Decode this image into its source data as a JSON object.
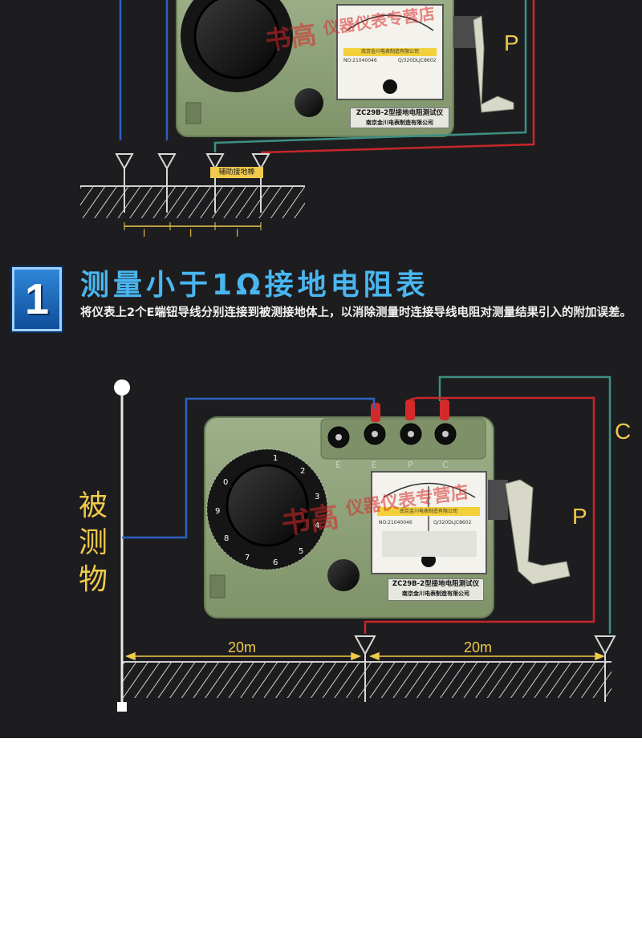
{
  "section": {
    "number": "1",
    "title": "测量小于1Ω接地电阻表",
    "description": "将仪表上2个E端钮导线分别连接到被测接地体上，以消除测量时连接导线电阻对测量结果引入的附加误差。"
  },
  "top_diagram": {
    "terminal_labels": [
      "P"
    ],
    "spike_label": "辅助接地棒",
    "spacing_labels": [
      "l",
      "l",
      "l"
    ],
    "plate_model": "ZC29B-2型接地电阻测试仪",
    "plate_maker": "南京金川电表制造有限公司",
    "meter_company": "南京金川电表制造有限公司",
    "meter_no": "NO:21040046",
    "meter_std": "Q/320DLJC8602"
  },
  "bottom_diagram": {
    "object_label": "被测物",
    "terminal_letters": [
      "E",
      "E",
      "P",
      "C"
    ],
    "wire_labels": {
      "c": "C",
      "p": "P"
    },
    "distance_left": "20m",
    "distance_right": "20m",
    "dial_numbers": [
      "1",
      "2",
      "3",
      "4",
      "5",
      "6",
      "7",
      "8",
      "9",
      "0"
    ],
    "plate_model": "ZC29B-2型接地电阻测试仪",
    "plate_maker": "南京金川电表制造有限公司",
    "meter_company": "南京金川电表制造有限公司",
    "meter_no": "NO:21040046",
    "meter_std": "Q/320DLJC8602"
  },
  "watermark": {
    "name": "书高",
    "shop": "仪器仪表专营店"
  },
  "colors": {
    "background": "#1d1d1f",
    "accent_blue": "#49b6f0",
    "label_yellow": "#f0ca4a",
    "wire_blue": "#2c62c0",
    "wire_red": "#c8262b",
    "wire_green": "#3d8f83",
    "case_green": "#8fa27a"
  }
}
